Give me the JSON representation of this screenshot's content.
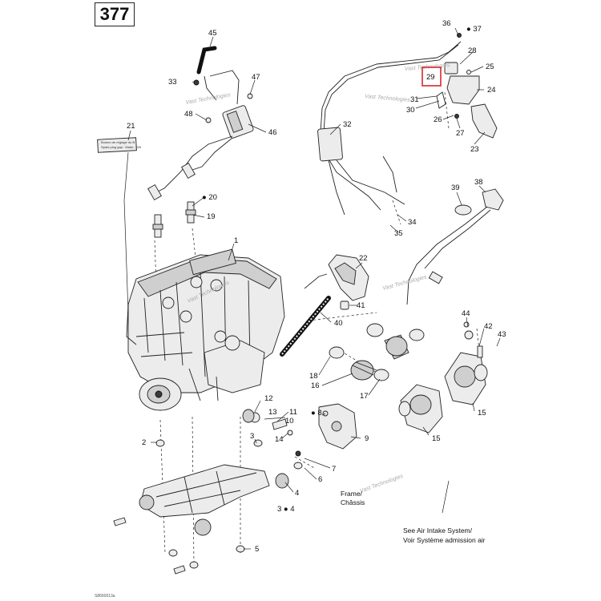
{
  "page_number": "377",
  "callouts": [
    {
      "id": "c1",
      "label": "1"
    },
    {
      "id": "c2",
      "label": "2"
    },
    {
      "id": "c3",
      "label": "3"
    },
    {
      "id": "c3b",
      "label": "3 ● 4"
    },
    {
      "id": "c4",
      "label": "4"
    },
    {
      "id": "c5",
      "label": "5"
    },
    {
      "id": "c6",
      "label": "6"
    },
    {
      "id": "c7",
      "label": "7"
    },
    {
      "id": "c8",
      "label": "● 8"
    },
    {
      "id": "c9",
      "label": "9"
    },
    {
      "id": "c10",
      "label": "10"
    },
    {
      "id": "c11",
      "label": "11"
    },
    {
      "id": "c12",
      "label": "12"
    },
    {
      "id": "c13",
      "label": "13"
    },
    {
      "id": "c14",
      "label": "14"
    },
    {
      "id": "c15a",
      "label": "15"
    },
    {
      "id": "c15b",
      "label": "15"
    },
    {
      "id": "c16",
      "label": "16"
    },
    {
      "id": "c17",
      "label": "17"
    },
    {
      "id": "c18",
      "label": "18"
    },
    {
      "id": "c19",
      "label": "19"
    },
    {
      "id": "c20",
      "label": "● 20"
    },
    {
      "id": "c21",
      "label": "21"
    },
    {
      "id": "c22",
      "label": "22"
    },
    {
      "id": "c23",
      "label": "23"
    },
    {
      "id": "c24",
      "label": "24"
    },
    {
      "id": "c25",
      "label": "25"
    },
    {
      "id": "c26",
      "label": "26"
    },
    {
      "id": "c27",
      "label": "27"
    },
    {
      "id": "c28",
      "label": "28"
    },
    {
      "id": "c29",
      "label": "29"
    },
    {
      "id": "c30",
      "label": "30"
    },
    {
      "id": "c31",
      "label": "31"
    },
    {
      "id": "c32",
      "label": "32"
    },
    {
      "id": "c33",
      "label": "33"
    },
    {
      "id": "c34",
      "label": "34"
    },
    {
      "id": "c35",
      "label": "35"
    },
    {
      "id": "c36",
      "label": "36"
    },
    {
      "id": "c37",
      "label": "● 37"
    },
    {
      "id": "c38",
      "label": "38"
    },
    {
      "id": "c39",
      "label": "39"
    },
    {
      "id": "c40",
      "label": "40"
    },
    {
      "id": "c41",
      "label": "41"
    },
    {
      "id": "c42",
      "label": "42"
    },
    {
      "id": "c43",
      "label": "43"
    },
    {
      "id": "c44",
      "label": "44"
    },
    {
      "id": "c45",
      "label": "45"
    },
    {
      "id": "c46",
      "label": "46"
    },
    {
      "id": "c47",
      "label": "47"
    },
    {
      "id": "c48",
      "label": "48"
    }
  ],
  "highlighted_part": "29",
  "frame_note": {
    "line1": "Frame/",
    "line2": "Châssis"
  },
  "air_intake_note": {
    "line1": "See Air Intake System/",
    "line2": "Voir Système admission air"
  },
  "watermark": "Vast Technologies",
  "tag_text": {
    "line1": "Bouton de réglage du fil",
    "line2": "Spark plug gap:  Make: .026"
  },
  "footer_code": "S8660013a",
  "colors": {
    "highlight": "#d62a2a",
    "ink": "#222222"
  }
}
